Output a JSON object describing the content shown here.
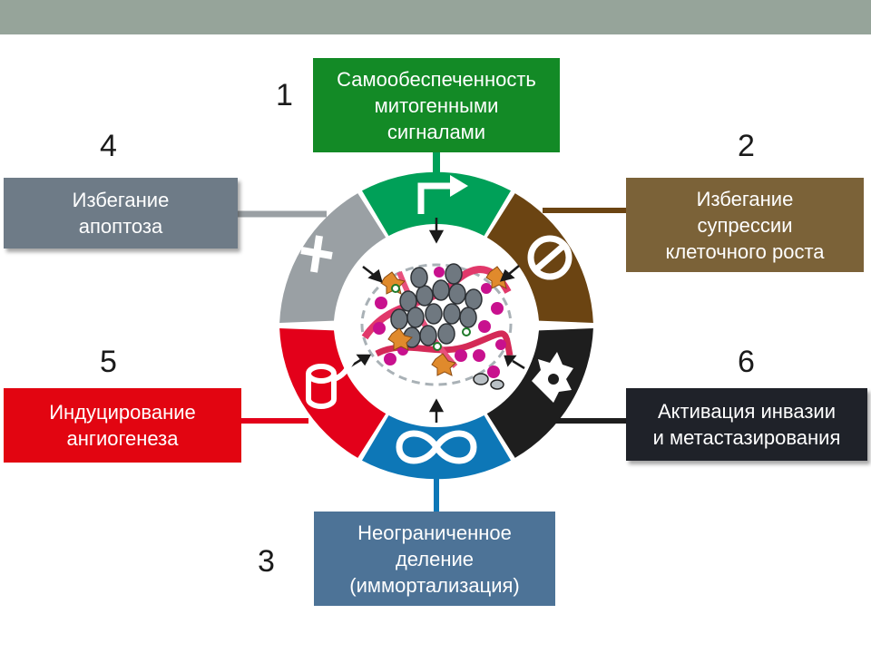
{
  "colors": {
    "topbar": "#96a49a",
    "green": "#00a058",
    "box_green": "#138a26",
    "brown": "#6b4412",
    "box_brown": "#7b6238",
    "dark": "#1e1e1e",
    "box_dark": "#1f2229",
    "blue": "#0d77b7",
    "box_blue": "#4d7397",
    "red": "#e3001a",
    "box_red": "#e20511",
    "gray": "#9aa0a4",
    "box_gray": "#6e7b87"
  },
  "hallmarks": [
    {
      "number": "1",
      "lines": [
        "Самообеспеченность",
        "митогенными",
        "сигналами"
      ],
      "icon": "arrow-turn-right-icon"
    },
    {
      "number": "2",
      "lines": [
        "Избегание",
        "супрессии",
        "клеточного роста"
      ],
      "icon": "no-entry-icon"
    },
    {
      "number": "3",
      "lines": [
        "Неограниченное",
        "деление",
        "(иммортализация)"
      ],
      "icon": "infinity-icon"
    },
    {
      "number": "4",
      "lines": [
        "Избегание",
        "апоптоза"
      ],
      "icon": "cross-icon"
    },
    {
      "number": "5",
      "lines": [
        "Индуцирование",
        "ангиогенеза"
      ],
      "icon": "vessel-icon"
    },
    {
      "number": "6",
      "lines": [
        "Активация инвазии",
        "и метастазирования"
      ],
      "icon": "invasive-cell-icon"
    }
  ],
  "center": {
    "icon": "tumor-tissue-icon"
  }
}
